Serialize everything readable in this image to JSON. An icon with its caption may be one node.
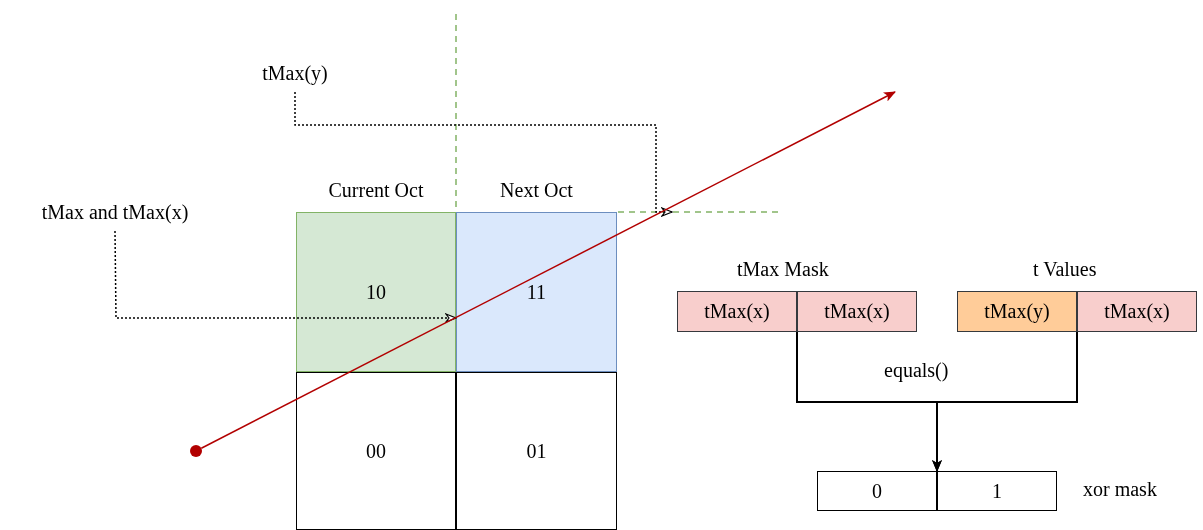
{
  "diagram": {
    "nodes": [
      {
        "text": [
          "tMax(y)"
        ]
      },
      {
        "text": [
          "tMax and tMax(x)"
        ]
      },
      {
        "text": [
          "Current Oct",
          "10"
        ]
      },
      {
        "text": [
          "Next Oct",
          "11"
        ]
      },
      {
        "text": [
          "tMax(x)"
        ]
      },
      {
        "text": [
          "tMax(x)"
        ]
      },
      {
        "text": [
          "tMax(y)"
        ]
      },
      {
        "text": [
          "tMax(x)"
        ]
      },
      {
        "text": [
          "00"
        ]
      },
      {
        "text": [
          "01"
        ]
      },
      {
        "text": [
          "0"
        ]
      },
      {
        "text": [
          "1"
        ]
      },
      {
        "text": [],
        "shape": "circle"
      }
    ],
    "edges": [
      {
        "from": 0,
        "to": null,
        "arrow": "to",
        "style": "dashed"
      },
      {
        "from": 1,
        "to": 2,
        "arrow": "to",
        "style": "dashed"
      },
      {
        "from": 12,
        "to": null,
        "arrow": "to",
        "color": "#b20000"
      },
      {
        "from": 5,
        "to": 10,
        "arrow": "to",
        "label": "equals()"
      },
      {
        "from": 6,
        "to": 10,
        "arrow": "to"
      }
    ],
    "labels": [
      "tMax Mask",
      "t Values",
      "xor mask"
    ]
  }
}
